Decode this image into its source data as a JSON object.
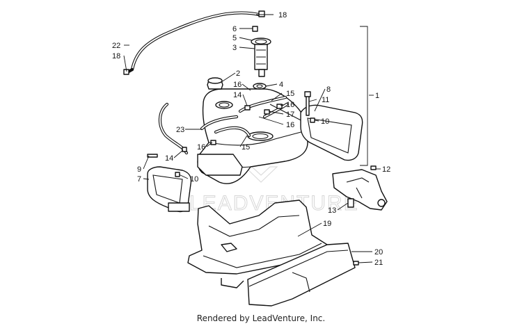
{
  "diagram": {
    "callouts": [
      {
        "id": "c18a",
        "label": "18"
      },
      {
        "id": "c22",
        "label": "22"
      },
      {
        "id": "c18b",
        "label": "18"
      },
      {
        "id": "c6",
        "label": "6"
      },
      {
        "id": "c5",
        "label": "5"
      },
      {
        "id": "c3",
        "label": "3"
      },
      {
        "id": "c2",
        "label": "2"
      },
      {
        "id": "c16a",
        "label": "16"
      },
      {
        "id": "c4",
        "label": "4"
      },
      {
        "id": "c14a",
        "label": "14"
      },
      {
        "id": "c15a",
        "label": "15"
      },
      {
        "id": "c16b",
        "label": "16"
      },
      {
        "id": "c17",
        "label": "17"
      },
      {
        "id": "c16c",
        "label": "16"
      },
      {
        "id": "c8",
        "label": "8"
      },
      {
        "id": "c11",
        "label": "11"
      },
      {
        "id": "c10a",
        "label": "10"
      },
      {
        "id": "c1",
        "label": "1"
      },
      {
        "id": "c23",
        "label": "23"
      },
      {
        "id": "c16d",
        "label": "16"
      },
      {
        "id": "c15b",
        "label": "15"
      },
      {
        "id": "c14b",
        "label": "14"
      },
      {
        "id": "c9",
        "label": "9"
      },
      {
        "id": "c7",
        "label": "7"
      },
      {
        "id": "c10b",
        "label": "10"
      },
      {
        "id": "c12",
        "label": "12"
      },
      {
        "id": "c13",
        "label": "13"
      },
      {
        "id": "c19",
        "label": "19"
      },
      {
        "id": "c20",
        "label": "20"
      },
      {
        "id": "c21",
        "label": "21"
      }
    ],
    "watermark": "LEADVENTURE"
  },
  "footer": {
    "text": "Rendered by LeadVenture, Inc."
  }
}
